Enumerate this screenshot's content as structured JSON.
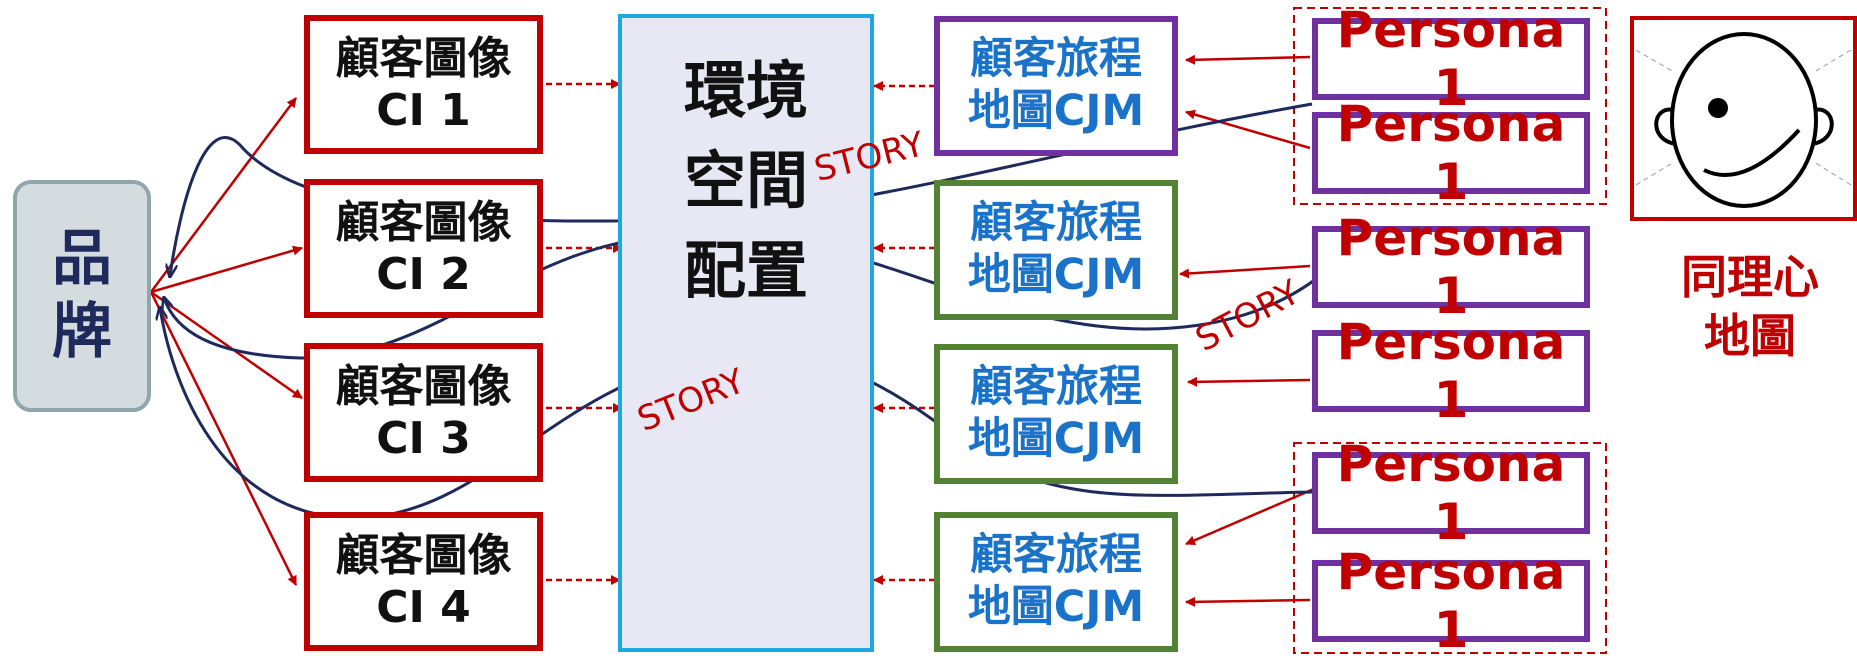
{
  "brand": {
    "label": "品\n牌"
  },
  "customer_images": [
    {
      "line1": "顧客圖像",
      "line2": "CI 1"
    },
    {
      "line1": "顧客圖像",
      "line2": "CI 2"
    },
    {
      "line1": "顧客圖像",
      "line2": "CI 3"
    },
    {
      "line1": "顧客圖像",
      "line2": "CI 4"
    }
  ],
  "environment": {
    "line1": "環境",
    "line2": "空間",
    "line3": "配置"
  },
  "journey_maps": [
    {
      "line1": "顧客旅程",
      "line2": "地圖CJM",
      "border": "purple"
    },
    {
      "line1": "顧客旅程",
      "line2": "地圖CJM",
      "border": "green"
    },
    {
      "line1": "顧客旅程",
      "line2": "地圖CJM",
      "border": "green"
    },
    {
      "line1": "顧客旅程",
      "line2": "地圖CJM",
      "border": "green"
    }
  ],
  "personas": [
    "Persona 1",
    "Persona 1",
    "Persona 1",
    "Persona 1",
    "Persona 1",
    "Persona 1"
  ],
  "story_labels": [
    "STORY",
    "STORY",
    "STORY"
  ],
  "empathy_map": {
    "line1": "同理心",
    "line2": "地圖",
    "icon": "face-icon"
  },
  "colors": {
    "red": "#c00000",
    "purple": "#7030a0",
    "green": "#548235",
    "blue_text": "#1a73c8",
    "navy_curve": "#1f2a5c",
    "env_border": "#1ea8e0",
    "env_fill": "#e8e8f4"
  }
}
